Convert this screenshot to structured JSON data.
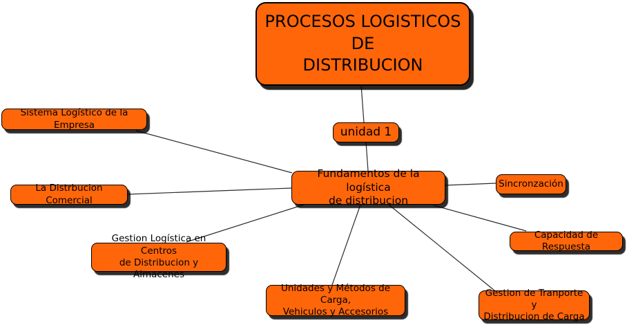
{
  "diagram_title": "PROCESOS LOGISTICOS DE DISTRIBUCION",
  "colors": {
    "node_fill": "#FF6609",
    "node_border": "#000000",
    "line": "#2b2b2b",
    "text": "#000000",
    "background": "#FFFFFF"
  },
  "nodes": {
    "root": {
      "label": "PROCESOS LOGISTICOS\nDE\nDISTRIBUCION"
    },
    "unidad": {
      "label": "unidad 1"
    },
    "center": {
      "label": "Fundamentos de la logística\nde distribucion"
    },
    "sistema": {
      "label": "Sistema Logístico de la Empresa"
    },
    "comercial": {
      "label": "La Distrbucion Comercial"
    },
    "centros": {
      "label": "Gestion Logística en Centros\nde Distribucion y Almacenes"
    },
    "sincronizacion": {
      "label": "Sincronzación"
    },
    "capacidad": {
      "label": "Capacidad de Respuesta"
    },
    "unidades": {
      "label": "Unidades y Métodos de Carga,\nVehiculos y Accesorios"
    },
    "transporte": {
      "label": "Gestion de Tranporte y\nDistribucion de Carga"
    }
  },
  "edges": [
    {
      "from": "root",
      "to": "unidad"
    },
    {
      "from": "unidad",
      "to": "center"
    },
    {
      "from": "sistema",
      "to": "center"
    },
    {
      "from": "comercial",
      "to": "center"
    },
    {
      "from": "centros",
      "to": "center"
    },
    {
      "from": "center",
      "to": "sincronizacion"
    },
    {
      "from": "center",
      "to": "capacidad"
    },
    {
      "from": "center",
      "to": "unidades"
    },
    {
      "from": "center",
      "to": "transporte"
    }
  ]
}
